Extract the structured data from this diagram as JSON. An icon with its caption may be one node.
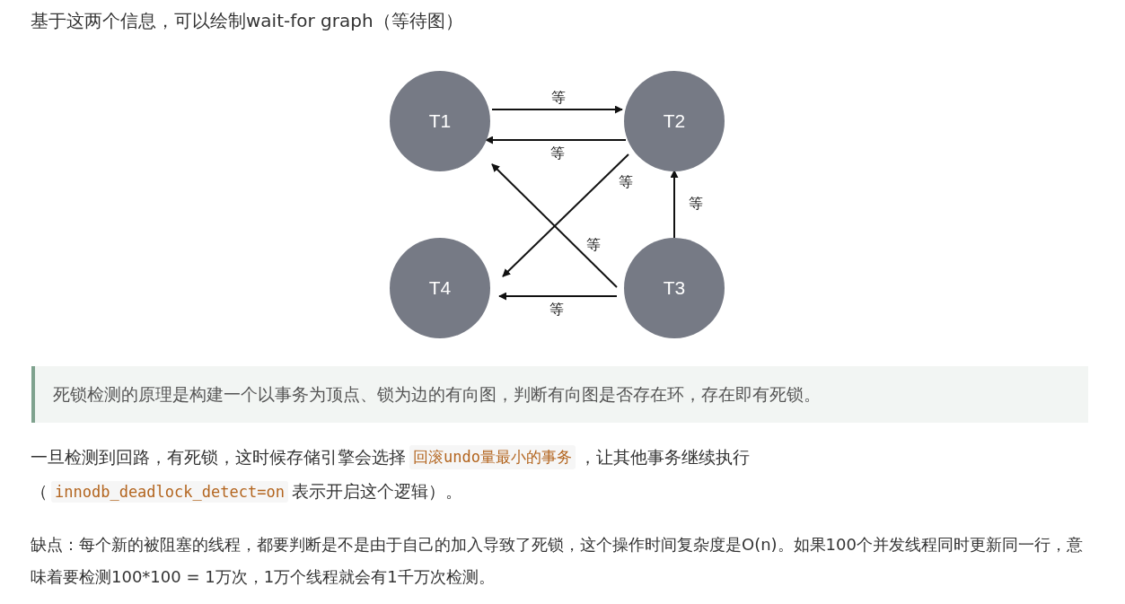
{
  "diagram": {
    "title": "基于这两个信息，可以绘制wait-for graph（等待图）",
    "nodes": [
      {
        "text": [
          "T1"
        ]
      },
      {
        "text": [
          "T2"
        ]
      },
      {
        "text": [
          "T4"
        ]
      },
      {
        "text": [
          "T3"
        ]
      }
    ],
    "edges": [
      {
        "from": 0,
        "to": 1,
        "arrow": "to",
        "label": "等"
      },
      {
        "from": 1,
        "to": 0,
        "arrow": "to",
        "label": "等"
      },
      {
        "from": 1,
        "to": 2,
        "arrow": "to",
        "label": "等"
      },
      {
        "from": 3,
        "to": 0,
        "arrow": "to",
        "label": "等"
      },
      {
        "from": 3,
        "to": 1,
        "arrow": "to",
        "label": "等"
      },
      {
        "from": 3,
        "to": 2,
        "arrow": "to",
        "label": "等"
      }
    ],
    "labels": [
      "死锁检测的原理是构建一个以事务为顶点、锁为边的有向图，判断有向图是否存在环，存在即有死锁。",
      "一旦检测到回路，有死锁，这时候存储引擎会选择",
      "回滚undo量最小的事务",
      "，让其他事务继续执行",
      "（",
      "innodb_deadlock_detect=on",
      "表示开启这个逻辑）。",
      "缺点：每个新的被阻塞的线程，都要判断是不是由于自己的加入导致了死锁，这个操作时间复杂度是O(n)。如果100个并发线程同时更新同一行，意味着要检测100*100 = 1万次，1万个线程就会有1千万次检测。"
    ]
  }
}
